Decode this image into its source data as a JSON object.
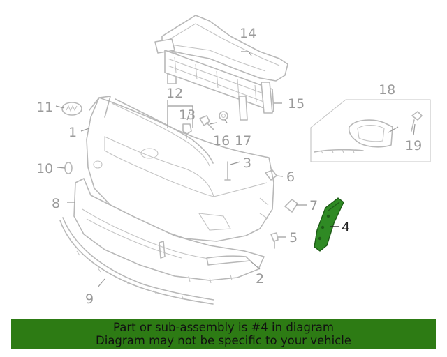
{
  "callouts": {
    "c1": "1",
    "c2": "2",
    "c3": "3",
    "c4": "4",
    "c5": "5",
    "c6": "6",
    "c7": "7",
    "c8": "8",
    "c9": "9",
    "c10": "10",
    "c11": "11",
    "c12": "12",
    "c13": "13",
    "c14": "14",
    "c15": "15",
    "c16": "16",
    "c17": "17",
    "c18": "18",
    "c19": "19"
  },
  "highlighted_part": "4",
  "banner": {
    "line1": "Part or sub-assembly is #4 in diagram",
    "line2": "Diagram may not be specific to your vehicle"
  },
  "colors": {
    "highlight": "#2f8a24",
    "banner_background": "#2d7b14",
    "diagram_lines": "#b8b8b8"
  }
}
